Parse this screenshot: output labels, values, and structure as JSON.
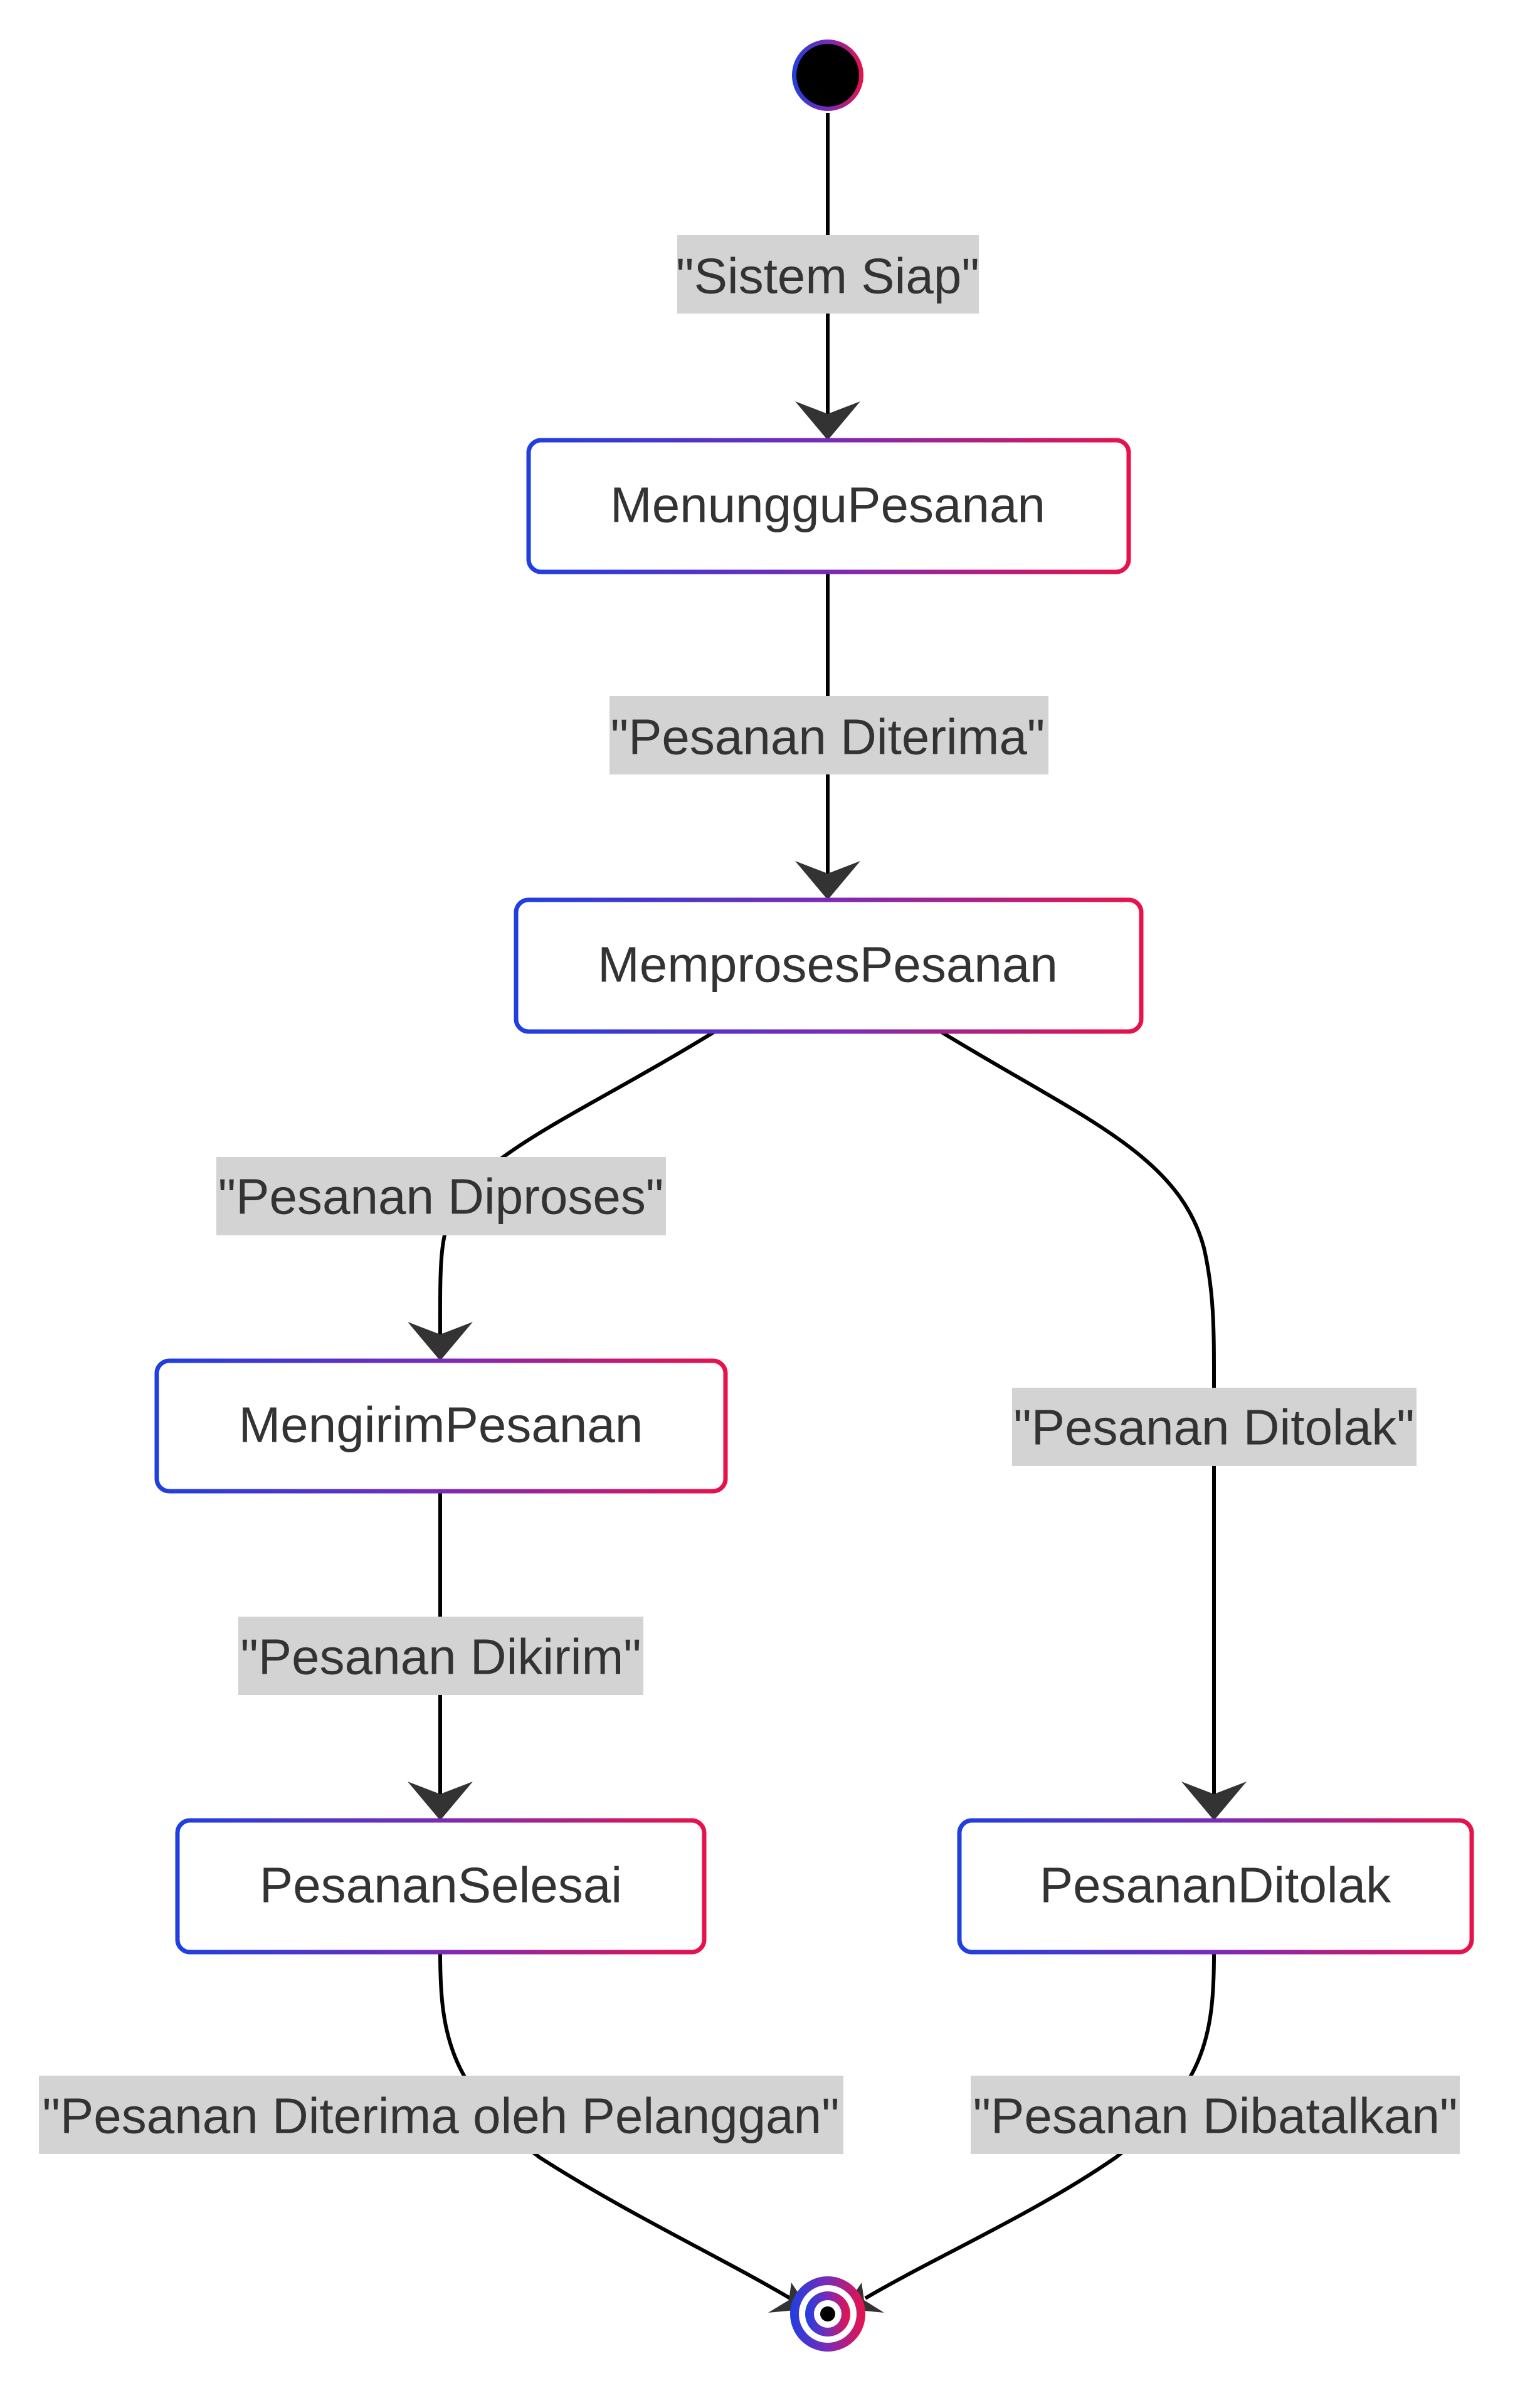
{
  "diagram": {
    "type": "state",
    "states": {
      "menunggu": "MenungguPesanan",
      "memproses": "MemprosesPesanan",
      "mengirim": "MengirimPesanan",
      "selesai": "PesananSelesai",
      "ditolak": "PesananDitolak"
    },
    "transitions": {
      "start_to_menunggu": "\"Sistem Siap\"",
      "menunggu_to_memproses": "\"Pesanan Diterima\"",
      "memproses_to_mengirim": "\"Pesanan Diproses\"",
      "memproses_to_ditolak": "\"Pesanan Ditolak\"",
      "mengirim_to_selesai": "\"Pesanan Dikirim\"",
      "selesai_to_end": "\"Pesanan Diterima oleh Pelanggan\"",
      "ditolak_to_end": "\"Pesanan Dibatalkan\""
    },
    "colors": {
      "gradient_start": "#1f3fe0",
      "gradient_mid": "#7a2bb8",
      "gradient_end": "#e8124a",
      "label_background": "#d3d3d3",
      "text": "#333333",
      "edge": "#000000"
    }
  }
}
